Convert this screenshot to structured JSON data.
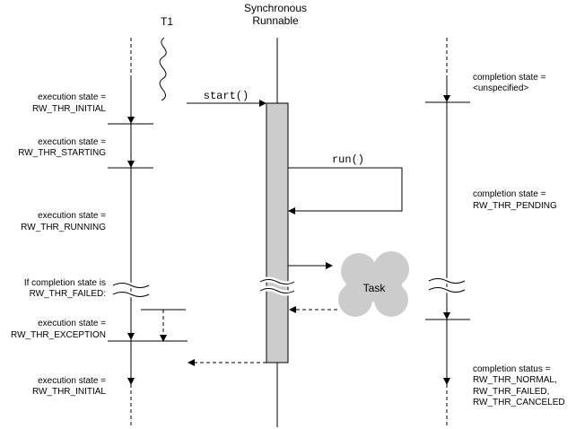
{
  "headers": {
    "t1": "T1",
    "runnable_line1": "Synchronous",
    "runnable_line2": "Runnable"
  },
  "calls": {
    "start": "start()",
    "run": "run()"
  },
  "task_label": "Task",
  "left_labels": [
    [
      "execution state =",
      "RW_THR_INITIAL"
    ],
    [
      "execution state =",
      "RW_THR_STARTING"
    ],
    [
      "execution state =",
      "RW_THR_RUNNING"
    ],
    [
      "If completion state is",
      "RW_THR_FAILED:"
    ],
    [
      "execution state =",
      "RW_THR_EXCEPTION"
    ],
    [
      "execution state =",
      "RW_THR_INITIAL"
    ]
  ],
  "right_labels": [
    [
      "completion state =",
      "<unspecified>"
    ],
    [
      "completion state =",
      "RW_THR_PENDING"
    ],
    [
      "completion status =",
      "RW_THR_NORMAL,",
      "RW_THR_FAILED,",
      "RW_THR_CANCELED"
    ]
  ],
  "colors": {
    "runnable_bar": "#cccccc",
    "task_cloud": "#cccccc",
    "lines": "#000000"
  }
}
